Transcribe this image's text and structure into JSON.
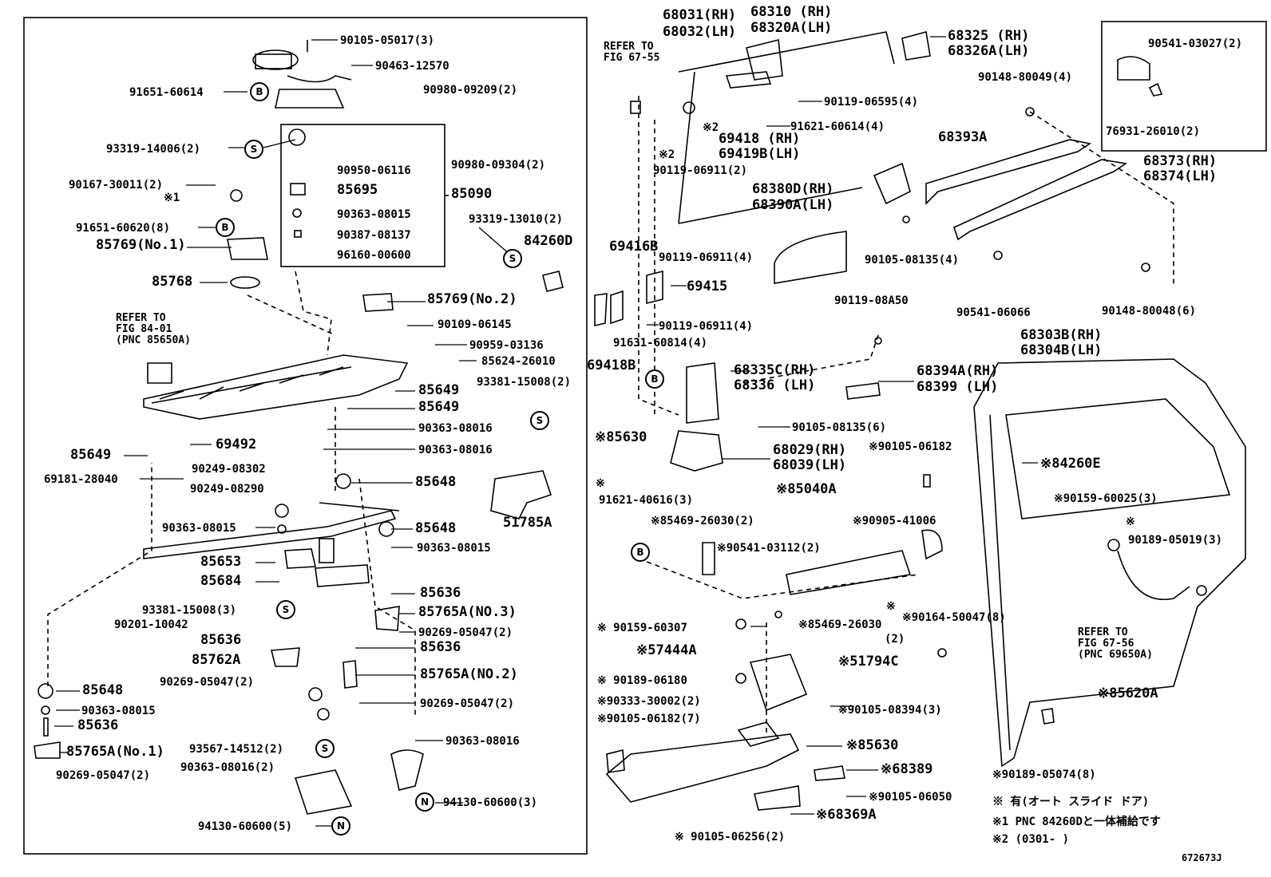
{
  "diagram_id": "672673J",
  "refer_left": [
    "REFER TO",
    "FIG 84-01",
    "(PNC 85650A)"
  ],
  "refer_top": [
    "REFER TO",
    "FIG 67-55"
  ],
  "refer_right": [
    "REFER TO",
    "FIG 67-56",
    "(PNC 69650A)"
  ],
  "kit_label": "85090",
  "kit_items": [
    "90950-06116",
    "85695",
    "90363-08015",
    "90387-08137",
    "96160-00600"
  ],
  "left_parts": [
    "90105-05017(3)",
    "90463-12570",
    "91651-60614",
    "90980-09209(2)",
    "93319-14006(2)",
    "90980-09304(2)",
    "90167-30011(2)",
    "91651-60620(8)",
    "85769(No.1)",
    "93319-13010(2)",
    "84260D",
    "85768",
    "85769(No.2)",
    "90109-06145",
    "90959-03136",
    "85624-26010",
    "93381-15008(2)",
    "85649",
    "85649",
    "90363-08016",
    "90363-08016",
    "85649",
    "69492",
    "69181-28040",
    "90249-08302",
    "90249-08290",
    "85648",
    "51785A",
    "90363-08015",
    "85648",
    "90363-08015",
    "85653",
    "85684",
    "85636",
    "93381-15008(3)",
    "85765A(NO.3)",
    "90201-10042",
    "90269-05047(2)",
    "85636",
    "85636",
    "85762A",
    "85765A(NO.2)",
    "90269-05047(2)",
    "85648",
    "90269-05047(2)",
    "90363-08015",
    "85636",
    "90363-08016",
    "85765A(No.1)",
    "93567-14512(2)",
    "90269-05047(2)",
    "90363-08016(2)",
    "94130-60600(3)",
    "94130-60600(5)"
  ],
  "right_parts": [
    "68031(RH)",
    "68032(LH)",
    "68310 (RH)",
    "68320A(LH)",
    "68325 (RH)",
    "68326A(LH)",
    "90541-03027(2)",
    "90148-80049(4)",
    "90119-06595(4)",
    "76931-26010(2)",
    "91621-60614(4)",
    "69418 (RH)",
    "69419B(LH)",
    "68393A",
    "68373(RH)",
    "68374(LH)",
    "90119-06911(2)",
    "68380D(RH)",
    "68390A(LH)",
    "69416B",
    "90119-06911(4)",
    "69415",
    "90105-08135(4)",
    "90119-06911(4)",
    "90119-08A50",
    "90541-06066",
    "90148-80048(6)",
    "68303B(RH)",
    "68304B(LH)",
    "91631-60814(4)",
    "69418B",
    "68335C(RH)",
    "68336 (LH)",
    "68394A(RH)",
    "68399 (LH)",
    "90105-08135(6)",
    "※85630",
    "68029(RH)",
    "68039(LH)",
    "※90105-06182",
    "※84260E",
    "※85040A",
    "91621-40616(3)",
    "※85469-26030(2)",
    "※90905-41006",
    "※90159-60025(3)",
    "※90541-03112(2)",
    "90189-05019(3)",
    "※90164-50047(8)",
    "※85469-26030",
    "(2)",
    "※ 90159-60307",
    "※57444A",
    "※51794C",
    "※ 90189-06180",
    "※85620A",
    "※90333-30002(2)",
    "※90105-08394(3)",
    "※90105-06182(7)",
    "※85630",
    "※68389",
    "※90189-05074(8)",
    "※90105-06050",
    "※68369A",
    "※ 90105-06256(2)"
  ],
  "legend": [
    "※  有(オート スライド ドア)",
    "※1  PNC 84260Dと一体補給です",
    "※2  (0301-      )"
  ],
  "callouts": {
    "S": "S",
    "B": "B",
    "N": "N"
  }
}
